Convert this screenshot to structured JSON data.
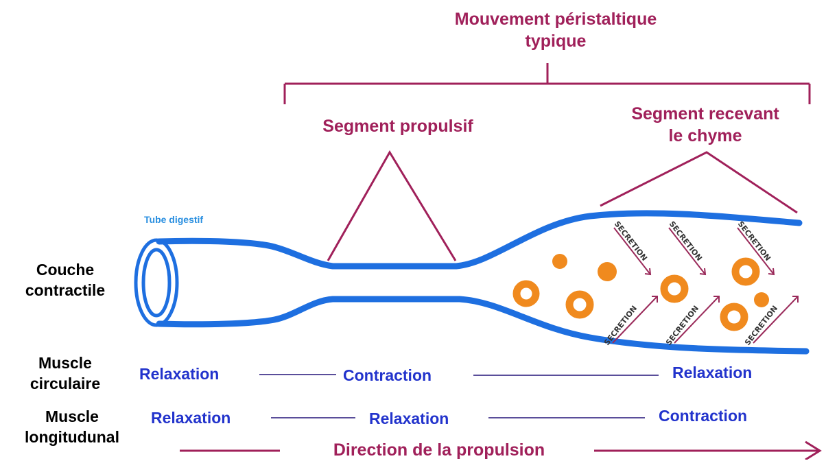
{
  "titles": {
    "main_line1": "Mouvement péristaltique",
    "main_line2": "typique",
    "propulsive": "Segment propulsif",
    "receiving_line1": "Segment recevant",
    "receiving_line2": "le chyme",
    "tube": "Tube digestif"
  },
  "rows": {
    "contractile_line1": "Couche",
    "contractile_line2": "contractile",
    "circular_line1": "Muscle",
    "circular_line2": "circulaire",
    "longitudinal_line1": "Muscle",
    "longitudinal_line2": "longitudunal"
  },
  "circular": [
    "Relaxation",
    "Contraction",
    "Relaxation"
  ],
  "longitudinal": [
    "Relaxation",
    "Relaxation",
    "Contraction"
  ],
  "direction": "Direction de la propulsion",
  "secretion_label": "SECRETION",
  "colors": {
    "maroon": "#A0205A",
    "tube_blue": "#1E6FE0",
    "text_blue": "#2233CC",
    "chyme_orange": "#F08A1E",
    "line_purple": "#5A4E9A"
  }
}
